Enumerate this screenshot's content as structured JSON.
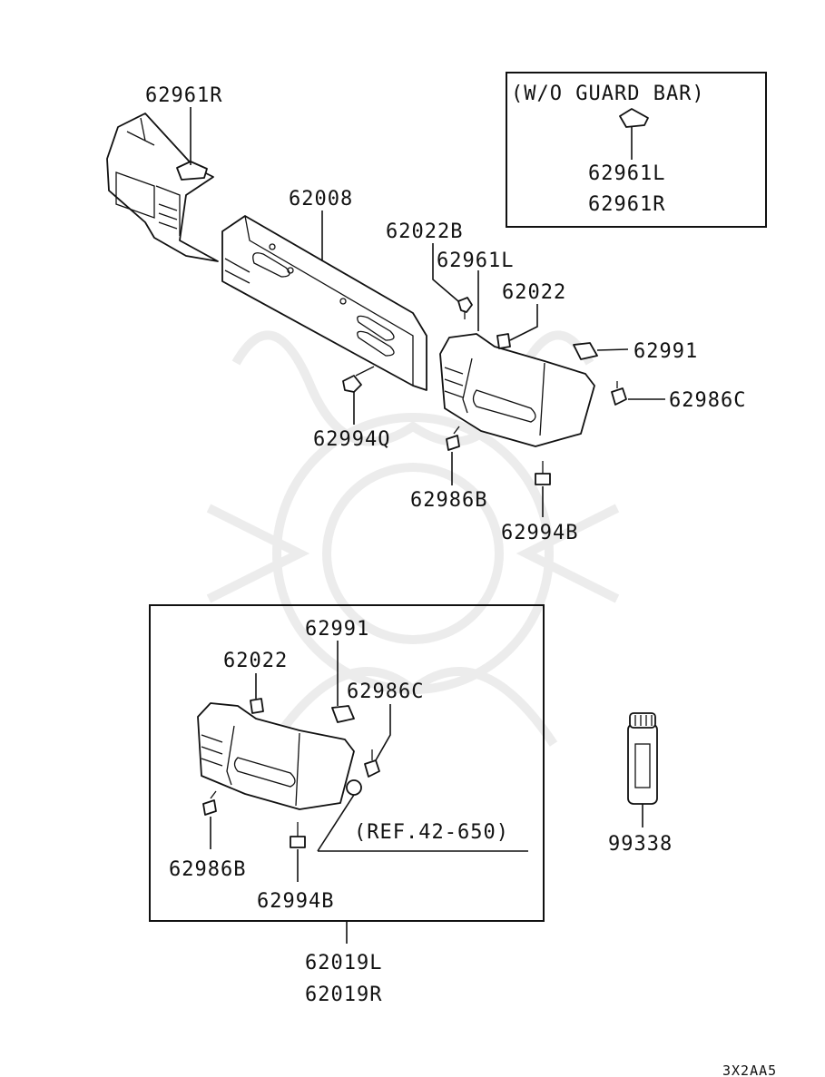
{
  "diagram": {
    "diagram_code": "3X2AA5",
    "inset_title": "(W/O GUARD BAR)",
    "reference_note": "(REF.42-650)",
    "labels": {
      "p62961r_top": "62961R",
      "p62008": "62008",
      "p62022b": "62022B",
      "p62961l_mid": "62961L",
      "p62022_top": "62022",
      "p62991_top": "62991",
      "p62986c_top": "62986C",
      "p62994q": "62994Q",
      "p62986b_top": "62986B",
      "p62994b_top": "62994B",
      "inset_62961l": "62961L",
      "inset_62961r": "62961R",
      "p62991_box": "62991",
      "p62022_box": "62022",
      "p62986c_box": "62986C",
      "p62986b_box": "62986B",
      "p62994b_box": "62994B",
      "p62019l": "62019L",
      "p62019r": "62019R",
      "p99338": "99338"
    }
  }
}
